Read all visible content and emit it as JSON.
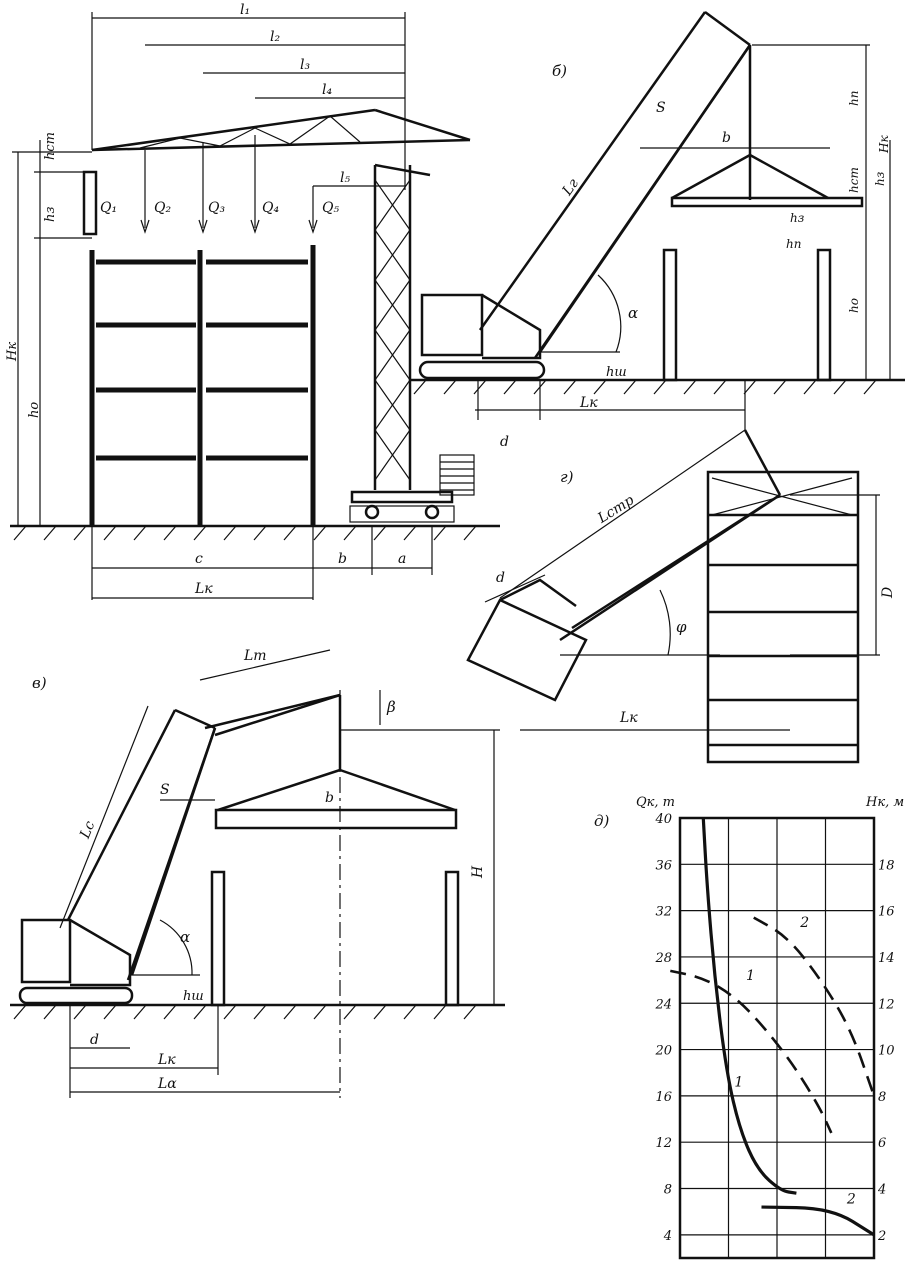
{
  "panels": {
    "b": "б)",
    "v": "в)",
    "g": "г)",
    "d": "д)"
  },
  "panel_a": {
    "spans": [
      "l₁",
      "l₂",
      "l₃",
      "l₄",
      "l₅"
    ],
    "loads": [
      "Q₁",
      "Q₂",
      "Q₃",
      "Q₄",
      "Q₅"
    ],
    "h_st": "hст",
    "h_z": "hз",
    "H_k": "Hк",
    "h_o": "hо",
    "c": "c",
    "b": "b",
    "a": "a",
    "L_k": "Lк"
  },
  "panel_b": {
    "S": "S",
    "b": "b",
    "L_r": "Lг",
    "alpha": "α",
    "h_sh": "hш",
    "d": "d",
    "L_k": "Lк",
    "h_p": "hп",
    "H_k": "Hк",
    "h_st": "hст",
    "h_z": "hз",
    "h_zz": "hз",
    "h_o": "hо",
    "h_ii": "hп"
  },
  "panel_v": {
    "L_t": "Lт",
    "beta": "β",
    "S": "S",
    "b": "b",
    "L_c": "Lс",
    "alpha": "α",
    "h_sh": "hш",
    "H": "H",
    "d": "d",
    "L_k": "Lк",
    "L_a": "Lα"
  },
  "panel_g": {
    "L_str": "Lстр",
    "d": "d",
    "phi": "φ",
    "D": "D",
    "L_k": "Lк"
  },
  "chart_data": {
    "type": "line",
    "y_left_label": "Qк, т",
    "y_right_label": "Hк, м",
    "y_left_ticks": [
      4,
      8,
      12,
      16,
      20,
      24,
      28,
      32,
      36,
      40
    ],
    "y_right_ticks": [
      2,
      4,
      6,
      8,
      10,
      12,
      14,
      16,
      18
    ],
    "ylim_left": [
      2,
      40
    ],
    "ylim_right": [
      1,
      20
    ],
    "grid": true,
    "series": [
      {
        "name": "1",
        "axis": "left",
        "style": "solid",
        "points": [
          [
            0.12,
            40
          ],
          [
            0.14,
            34
          ],
          [
            0.18,
            26
          ],
          [
            0.24,
            18
          ],
          [
            0.31,
            13
          ],
          [
            0.4,
            9.6
          ],
          [
            0.52,
            7.8
          ],
          [
            0.6,
            7.6
          ]
        ]
      },
      {
        "name": "1",
        "axis": "right",
        "style": "dashed",
        "points": [
          [
            -0.05,
            13.4
          ],
          [
            0.12,
            13.1
          ],
          [
            0.28,
            12.3
          ],
          [
            0.42,
            11.1
          ],
          [
            0.58,
            9.4
          ],
          [
            0.72,
            7.5
          ],
          [
            0.78,
            6.4
          ]
        ]
      },
      {
        "name": "2",
        "axis": "right",
        "style": "dashed",
        "points": [
          [
            0.38,
            15.7
          ],
          [
            0.55,
            14.9
          ],
          [
            0.72,
            13.1
          ],
          [
            0.88,
            10.9
          ],
          [
            1.0,
            8.0
          ]
        ]
      },
      {
        "name": "2",
        "axis": "left",
        "style": "solid",
        "points": [
          [
            0.42,
            6.4
          ],
          [
            0.78,
            6.3
          ],
          [
            1.0,
            4.0
          ]
        ]
      }
    ],
    "curve_labels": [
      {
        "text": "1",
        "series": 0,
        "at": [
          0.28,
          16.8
        ]
      },
      {
        "text": "1",
        "series": 1,
        "at": [
          0.34,
          13.0
        ]
      },
      {
        "text": "2",
        "series": 2,
        "at": [
          0.62,
          15.3
        ]
      },
      {
        "text": "2",
        "series": 3,
        "at": [
          0.86,
          6.7
        ]
      }
    ]
  }
}
